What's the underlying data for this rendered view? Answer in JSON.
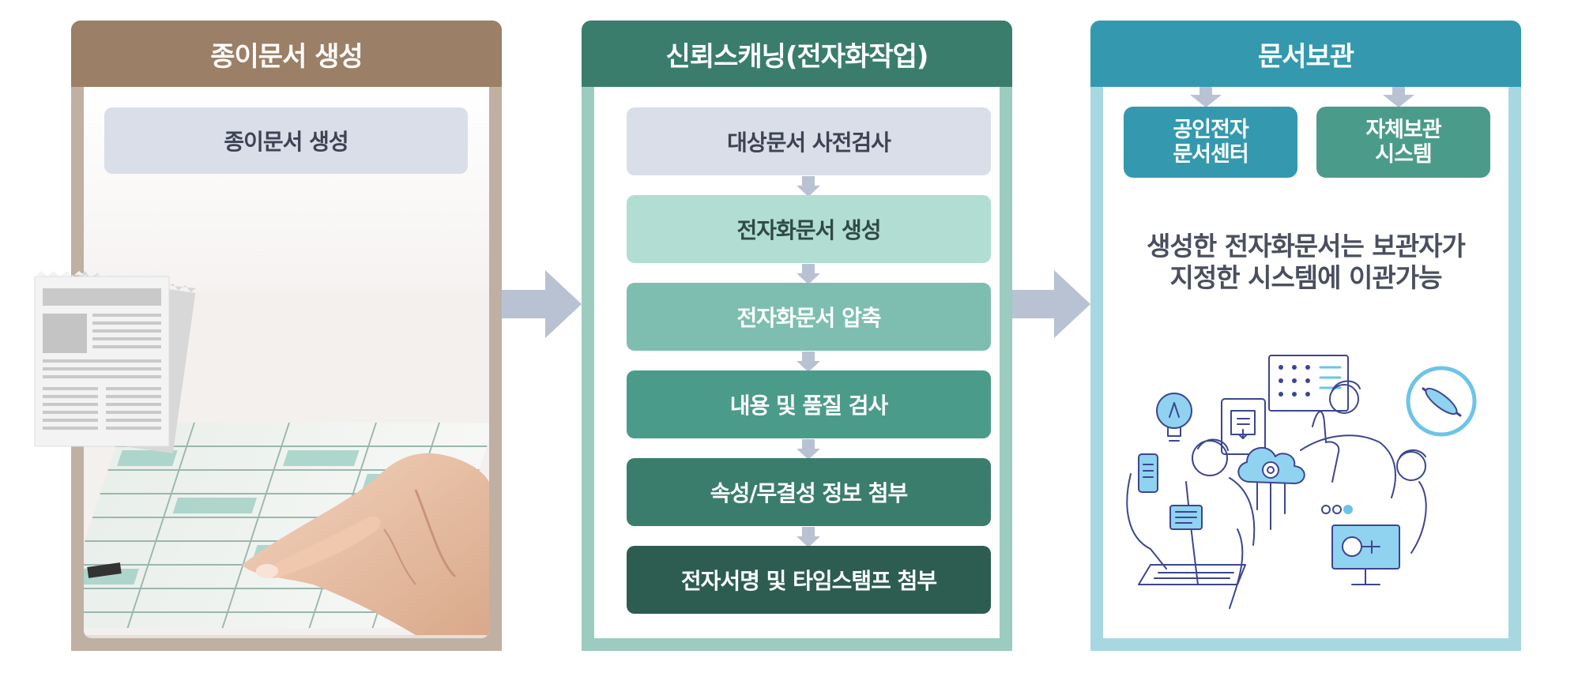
{
  "panels": {
    "paper": {
      "title": "종이문서 생성",
      "box_label": "종이문서 생성"
    },
    "scan": {
      "title": "신뢰스캐닝(전자화작업)",
      "steps": [
        {
          "label": "대상문서 사전검사",
          "bg": "#d9dee8",
          "fg": "#3c4454"
        },
        {
          "label": "전자화문서 생성",
          "bg": "#b1ddd2",
          "fg": "#2f4a44"
        },
        {
          "label": "전자화문서 압축",
          "bg": "#7dbeb0",
          "fg": "#ffffff"
        },
        {
          "label": "내용 및 품질 검사",
          "bg": "#4b9b8a",
          "fg": "#ffffff"
        },
        {
          "label": "속성/무결성 정보 첨부",
          "bg": "#3a7d6c",
          "fg": "#ffffff"
        },
        {
          "label": "전자서명 및 타임스탬프 첨부",
          "bg": "#2c5d50",
          "fg": "#ffffff"
        }
      ]
    },
    "store": {
      "title": "문서보관",
      "box_left": {
        "line1": "공인전자",
        "line2": "문서센터"
      },
      "box_right": {
        "line1": "자체보관",
        "line2": "시스템"
      },
      "desc_line1": "생성한 전자화문서는 보관자가",
      "desc_line2": "지정한 시스템에 이관가능"
    }
  },
  "colors": {
    "paper_header": "#9b7f66",
    "scan_header": "#3a7d6c",
    "store_header": "#3499ae",
    "flow_arrow": "#b9c2d3",
    "store_box_left": "#3499ae",
    "store_box_right": "#4b9b8a"
  },
  "icons": [
    "arrow-right-icon",
    "arrow-down-icon",
    "paper-document-icon",
    "hand-pointing-icon",
    "people-tech-illustration",
    "lightbulb-icon",
    "cloud-gear-icon",
    "phone-icon",
    "monitor-icon"
  ]
}
